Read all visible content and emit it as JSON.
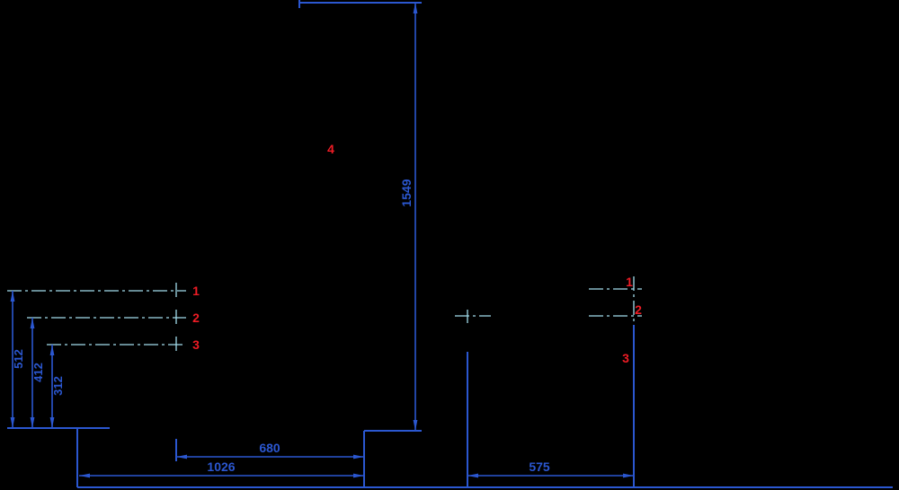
{
  "drawing": {
    "colors": {
      "background": "#000000",
      "dimension_lines": "#2b57d0",
      "centerlines": "#a2dcec",
      "position_markers": "#ee1c25"
    },
    "views": {
      "front": {
        "overall_height": "1549",
        "connection_1_height": "512",
        "connection_2_height": "412",
        "connection_3_height": "312",
        "depth_to_connections": "680",
        "overall_depth": "1026",
        "position_markers": {
          "m1": "1",
          "m2": "2",
          "m3": "3",
          "m4": "4"
        }
      },
      "side": {
        "overall_width": "575",
        "position_markers": {
          "m1": "1",
          "m2": "2",
          "m3": "3"
        }
      }
    }
  }
}
